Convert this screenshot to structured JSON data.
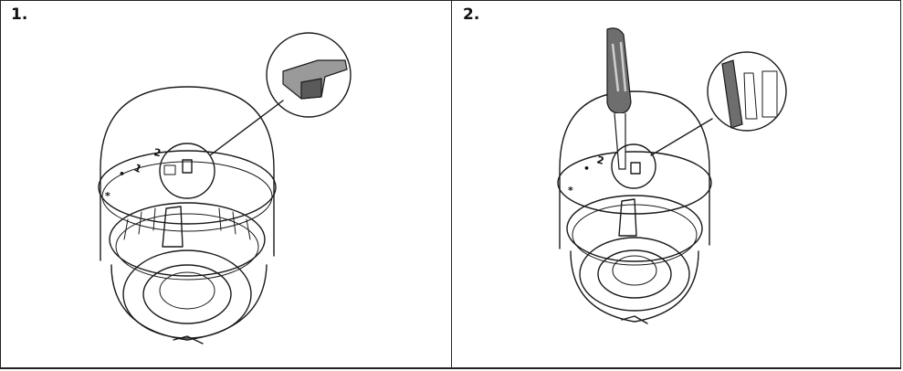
{
  "steps": [
    {
      "number": "1."
    },
    {
      "number": "2."
    }
  ],
  "dial_marks": {
    "two": "2",
    "one": "1",
    "star": "*",
    "dot": "•"
  },
  "colors": {
    "line": "#1a1a1a",
    "screwdriver_handle": "#6e6e6e",
    "wedge_top": "#9a9a9a",
    "wedge_side": "#5a5a5a",
    "background": "#ffffff"
  },
  "icons": {
    "step1_callout": "clip-wedge-detail",
    "step2_tool": "screwdriver-icon"
  }
}
